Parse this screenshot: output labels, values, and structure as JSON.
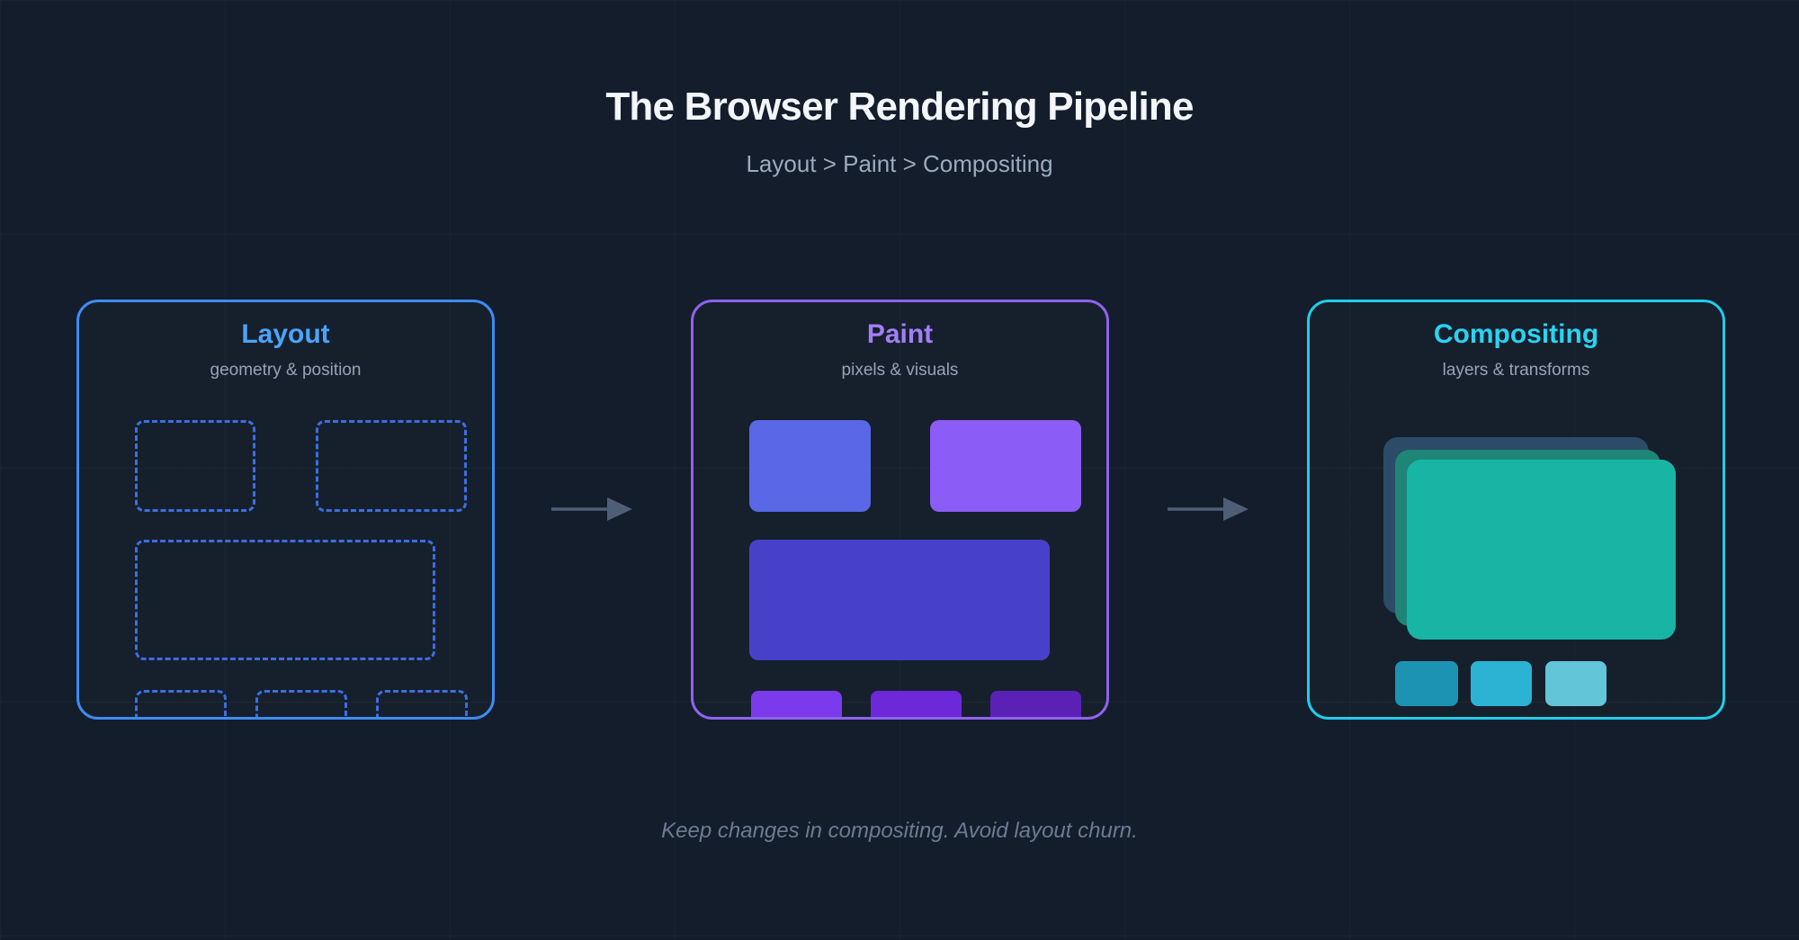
{
  "header": {
    "title": "The Browser Rendering Pipeline",
    "subtitle": "Layout > Paint > Compositing"
  },
  "stages": [
    {
      "title": "Layout",
      "subtitle": "geometry & position"
    },
    {
      "title": "Paint",
      "subtitle": "pixels & visuals"
    },
    {
      "title": "Compositing",
      "subtitle": "layers & transforms"
    }
  ],
  "footer": {
    "note": "Keep changes in compositing. Avoid layout churn."
  },
  "colors": {
    "background": "#141d2b",
    "title_text": "#f3f6fa",
    "subtitle_text": "#9babc0",
    "stage_subtitle_text": "#98a2b8",
    "arrow": "#4d5e76",
    "footer_text": "#6b7c93",
    "layout": {
      "border": "#3f8cf3",
      "title": "#4da3fb",
      "wireframe_dash": "#3d6ee2"
    },
    "paint": {
      "border": "#8f63ee",
      "title": "#a37ef7",
      "box_top_left": "#5a67e6",
      "box_top_right": "#8b5cf6",
      "box_large": "#4741c9",
      "chip1": "#7c3aed",
      "chip2": "#6d28d9",
      "chip3": "#5b21b6"
    },
    "compositing": {
      "border": "#20cdea",
      "title": "#29d3f2",
      "layer_back": "#2c4b66",
      "layer_mid": "#1f8577",
      "layer_front": "#18b5a4",
      "chip1": "#1d93b4",
      "chip2": "#2cb3d4",
      "chip3": "#62c5d8"
    }
  }
}
